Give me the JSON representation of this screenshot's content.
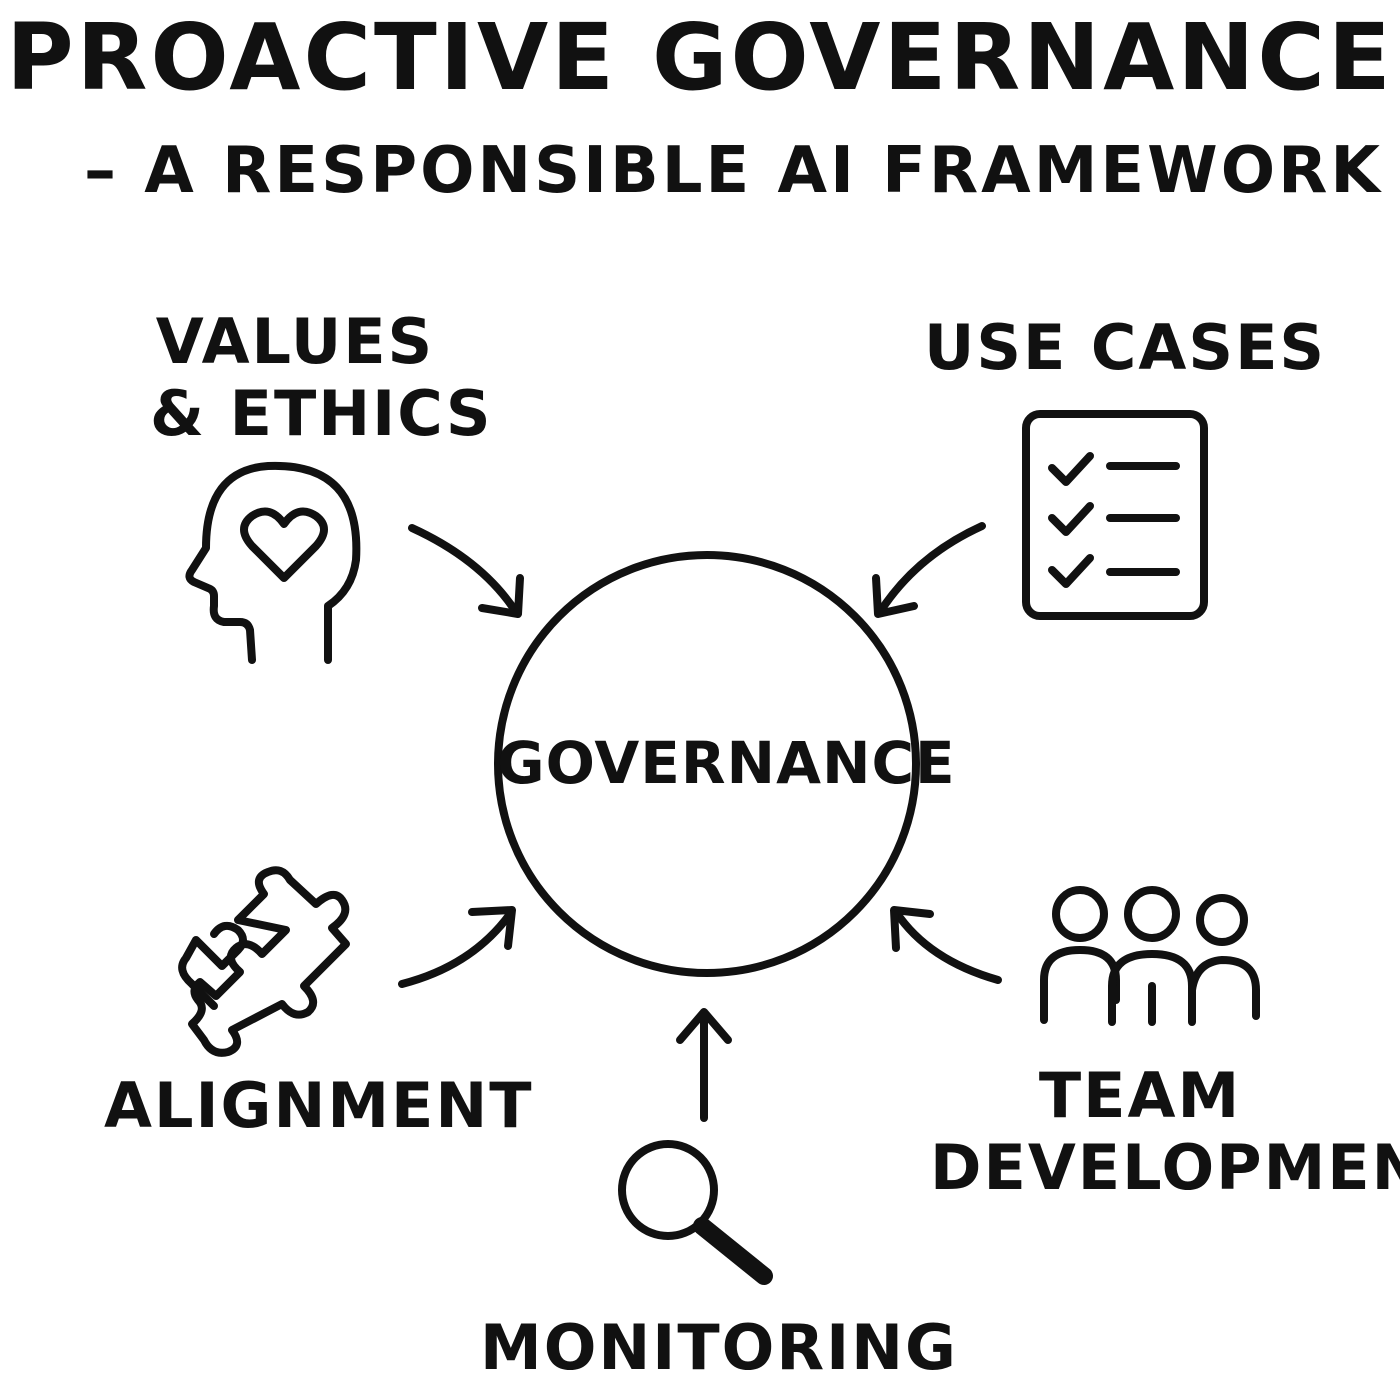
{
  "title": "PROACTIVE GOVERNANCE",
  "subtitle": "– A RESPONSIBLE AI FRAMEWORK",
  "center": {
    "label": "GOVERNANCE",
    "icon": "circle"
  },
  "nodes": {
    "values_ethics": {
      "line1": "VALUES",
      "line2": "& ETHICS",
      "icon": "head-heart-icon"
    },
    "use_cases": {
      "label": "USE CASES",
      "icon": "checklist-icon"
    },
    "alignment": {
      "label": "ALIGNMENT",
      "icon": "puzzle-piece-icon"
    },
    "monitoring": {
      "label": "MONITORING",
      "icon": "magnifying-glass-icon"
    },
    "team_development": {
      "line1": "TEAM",
      "line2": "DEVELOPMENT",
      "icon": "people-group-icon"
    }
  },
  "colors": {
    "ink": "#111111",
    "background": "#ffffff"
  }
}
